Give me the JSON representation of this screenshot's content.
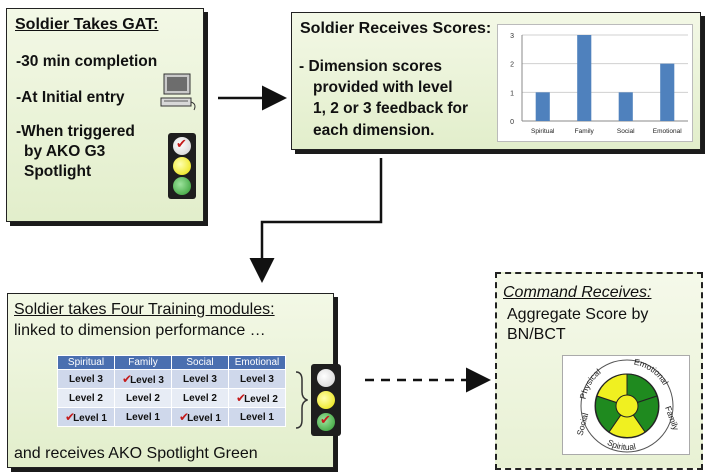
{
  "box1": {
    "title": "Soldier Takes GAT:",
    "bullets": [
      "-30 min completion",
      "-At Initial entry",
      "-When triggered",
      "by AKO G3",
      "Spotlight"
    ]
  },
  "box2": {
    "title": "Soldier Receives Scores:",
    "lines": [
      "- Dimension scores",
      "provided with level",
      "1, 2 or 3  feedback for",
      "each dimension."
    ]
  },
  "box3": {
    "title": "Soldier takes Four Training modules:",
    "subtitle": "linked to dimension performance …",
    "footer": "and receives AKO Spotlight Green",
    "table": {
      "headers": [
        "Spiritual",
        "Family",
        "Social",
        "Emotional"
      ],
      "rows": [
        [
          "Level 3",
          "Level 3",
          "Level 3",
          "Level 3"
        ],
        [
          "Level 2",
          "Level 2",
          "Level 2",
          "Level 2"
        ],
        [
          "Level 1",
          "Level 1",
          "Level 1",
          "Level 1"
        ]
      ],
      "checked": [
        [
          0,
          1
        ],
        [
          1,
          3
        ],
        [
          2,
          0
        ],
        [
          2,
          2
        ]
      ]
    }
  },
  "box4": {
    "title": "Command Receives:",
    "lines": [
      "Aggregate Score by",
      "BN/BCT"
    ],
    "wheel_labels": [
      "Physical",
      "Emotional",
      "Family",
      "Spiritual",
      "Social"
    ]
  },
  "colors": {
    "box_fill": "#e2eecb",
    "bar": "#4f81bd",
    "table_header": "#4a6fb0",
    "check": "#c41a1a",
    "light_red": "#d9d9d9",
    "light_yellow": "#e8e000",
    "light_green": "#2e9a2e"
  },
  "icons": [
    "computer-icon",
    "traffic-light-icon",
    "checkmark-icon",
    "resilience-wheel-icon"
  ],
  "chart_data": {
    "type": "bar",
    "categories": [
      "Spiritual",
      "Family",
      "Social",
      "Emotional"
    ],
    "values": [
      1,
      3,
      1,
      2
    ],
    "ylim": [
      0,
      3
    ],
    "yticks": [
      "0",
      "1",
      "2",
      "3"
    ],
    "grid": true
  }
}
